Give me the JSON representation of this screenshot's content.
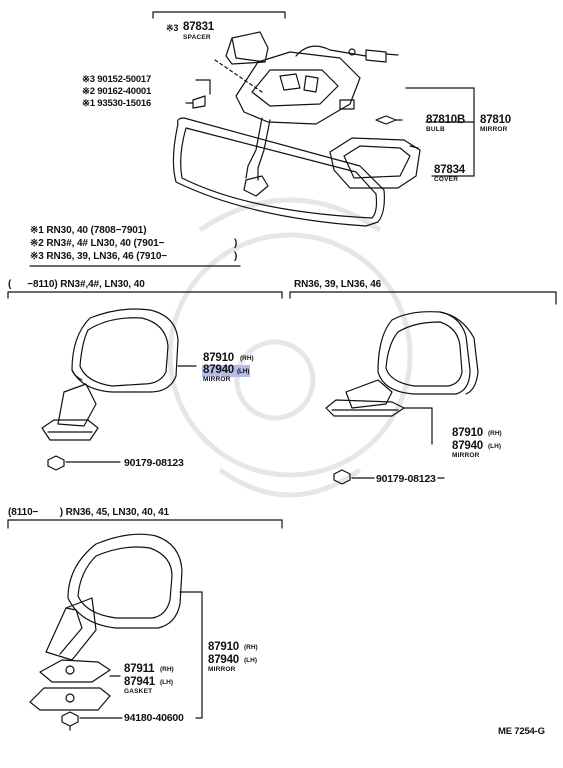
{
  "labels": {
    "p87831": "87831",
    "p87831_name": "SPACER",
    "p87831_mark": "※3",
    "p90152": "※3 90152-50017",
    "p90162": "※2 90162-40001",
    "p93530": "※1 93530-15016",
    "p87810b": "87810B",
    "p87810b_name": "BULB",
    "p87810": "87810",
    "p87810_name": "MIRROR",
    "p87834": "87834",
    "p87834_name": "COVER",
    "notes": [
      "※1 RN30, 40 (7808−7901)",
      "※2 RN3#, 4# LN30, 40 (7901−",
      "※3 RN36, 39, LN36, 46 (7910−"
    ],
    "note_close_1": ")",
    "note_close_2": ")",
    "sec1_header": "(      −8110) RN3#,4#, LN30, 40",
    "sec2_header": "RN36, 39, LN36, 46",
    "sec3_header": "(8110−        ) RN36, 45, LN30, 40, 41",
    "s1_p87910": "87910",
    "s1_p87910_sfx": "(RH)",
    "s1_p87940": "87940",
    "s1_p87940_sfx": "(LH)",
    "s1_mirror": "MIRROR",
    "s1_nut": "90179-08123",
    "s2_p87910": "87910",
    "s2_p87910_sfx": "(RH)",
    "s2_p87940": "87940",
    "s2_p87940_sfx": "(LH)",
    "s2_mirror": "MIRROR",
    "s2_nut": "90179-08123",
    "s3_p87910": "87910",
    "s3_p87910_sfx": "(RH)",
    "s3_p87940": "87940",
    "s3_p87940_sfx": "(LH)",
    "s3_mirror": "MIRROR",
    "s3_p87911": "87911",
    "s3_p87911_sfx": "(RH)",
    "s3_p87941": "87941",
    "s3_p87941_sfx": "(LH)",
    "s3_gasket": "GASKET",
    "s3_bolt": "94180-40600",
    "footer_code": "ME 7254-G"
  },
  "colors": {
    "ink": "#111111",
    "highlight": "#b3bde8",
    "watermark": "#e6e6e6"
  }
}
